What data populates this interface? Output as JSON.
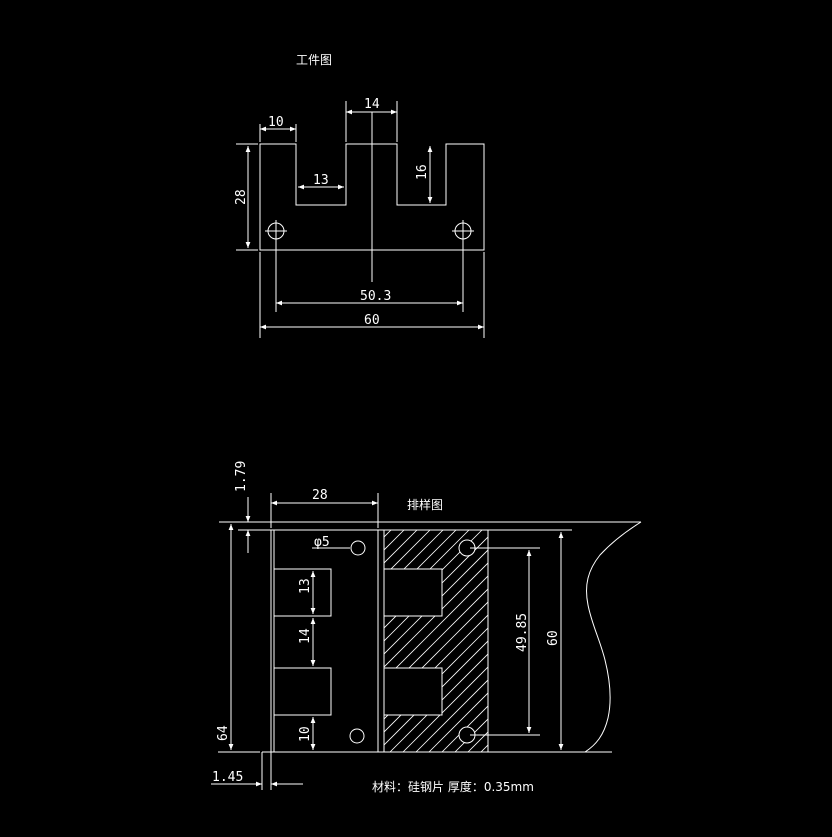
{
  "workpiece": {
    "title": "工件图",
    "dims": {
      "d10": "10",
      "d14": "14",
      "d13": "13",
      "d16": "16",
      "d28": "28",
      "d50_3": "50.3",
      "d60": "60"
    }
  },
  "layout": {
    "title": "排样图",
    "dims": {
      "d1_79": "1.79",
      "d28": "28",
      "phi5": "φ5",
      "d13": "13",
      "d14": "14",
      "d10": "10",
      "d64": "64",
      "d1_45": "1.45",
      "d49_85": "49.85",
      "d60": "60"
    },
    "note": "材料：硅钢片  厚度：0.35mm"
  },
  "colors": {
    "background": "#000000",
    "lines": "#ffffff"
  }
}
